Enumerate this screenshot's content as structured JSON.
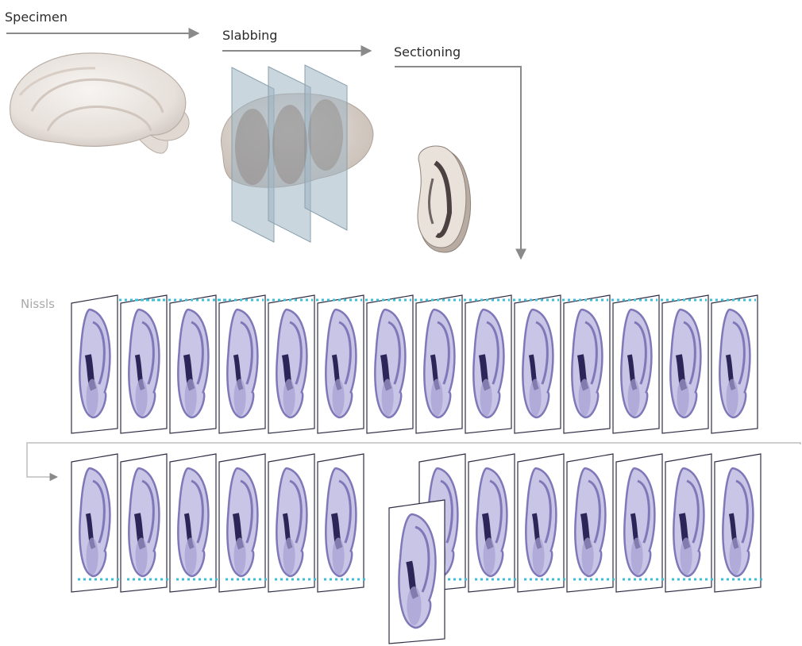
{
  "labels": {
    "specimen": "Specimen",
    "slabbing": "Slabbing",
    "sectioning": "Sectioning",
    "nissls": "Nissls"
  },
  "colors": {
    "arrow": "#8a8a8a",
    "brain": "#ece7e3",
    "brain_shadow": "#c9bfb8",
    "slab_plane": "#9fb5c2",
    "section_bg": "#ffffff",
    "section_border": "#2e2e45",
    "stain": "#7f78b8",
    "stain_dark": "#2b2558",
    "dotted_line": "#3cc0d4"
  },
  "series": {
    "nissl_row_count": 14,
    "second_row_count": 14,
    "highlighted_section": "dropped-out section"
  }
}
